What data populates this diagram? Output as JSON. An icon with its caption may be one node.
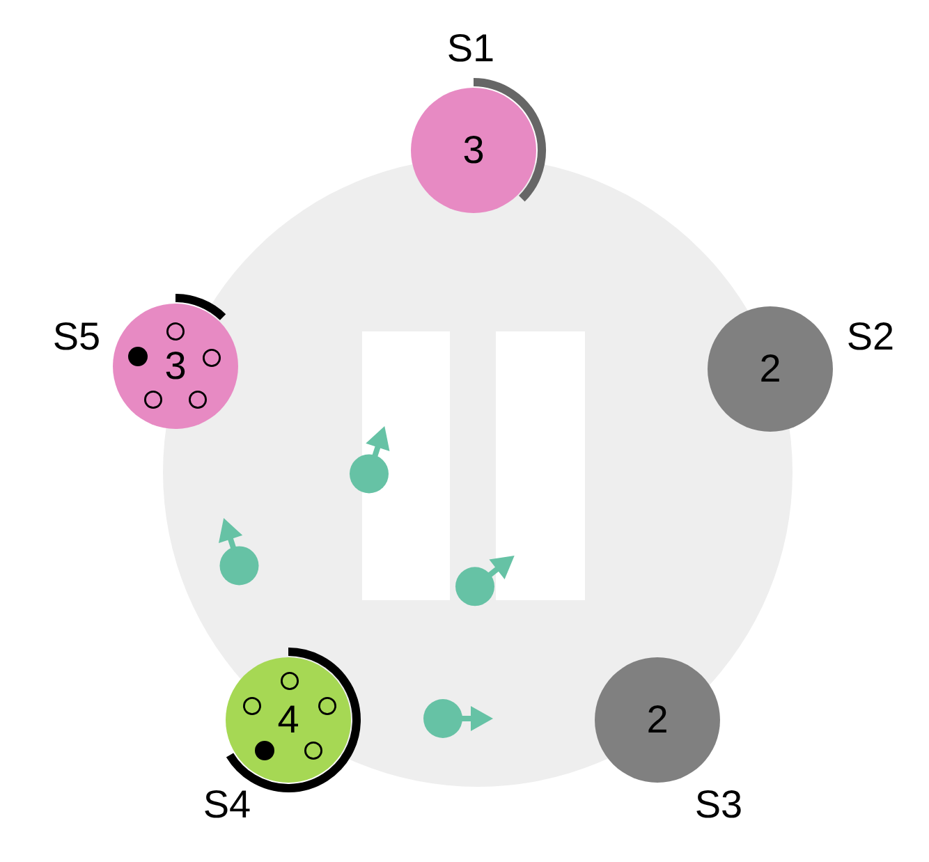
{
  "diagram": {
    "nodes": [
      {
        "text": [
          "3"
        ],
        "beside": [
          "S1"
        ]
      },
      {
        "text": [
          "2"
        ],
        "beside": [
          "S2"
        ]
      },
      {
        "text": [
          "2"
        ],
        "beside": [
          "S3"
        ]
      },
      {
        "text": [
          "4"
        ],
        "beside": [
          "S4"
        ]
      },
      {
        "text": [
          "3"
        ],
        "beside": [
          "S5"
        ]
      }
    ]
  }
}
